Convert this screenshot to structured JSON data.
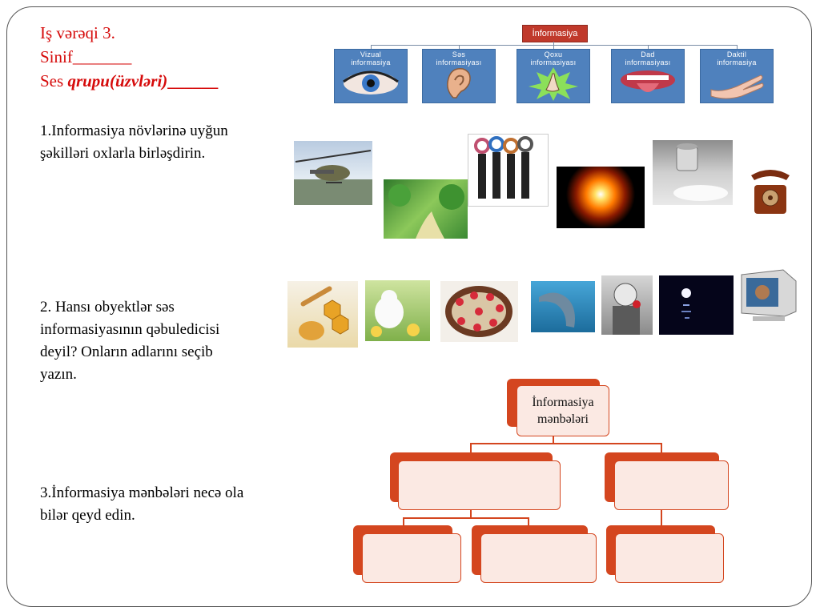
{
  "header": {
    "title_line1": "Iş vərəqi 3.",
    "title_line2": "Sinif_______",
    "title_line3_plain": "Ses ",
    "title_line3_bi": "qrupu(üzvləri)",
    "title_line3_ul": "______"
  },
  "tasks": {
    "task1_line1": "1.Informasiya növlərinə uyğun",
    "task1_line2": "şəkilləri oxlarla birləşdirin.",
    "task2_line1": "2. Hansı obyektlər səs",
    "task2_line2": "informasiyasının qəbuledicisi",
    "task2_line3": "deyil? Onların adlarını seçib",
    "task2_line4": "yazın.",
    "task3_line1": "3.İnformasiya mənbələri necə ola",
    "task3_line2": "bilər qeyd edin."
  },
  "info_diagram": {
    "root": "İnformasiya",
    "types": [
      {
        "line1": "Vizual",
        "line2": "informasiya",
        "icon": "eye-icon"
      },
      {
        "line1": "Səs",
        "line2": "informasiyası",
        "icon": "ear-icon"
      },
      {
        "line1": "Qoxu",
        "line2": "informasiyası",
        "icon": "nose-icon"
      },
      {
        "line1": "Dad",
        "line2": "informasiyası",
        "icon": "tongue-icon"
      },
      {
        "line1": "Daktil",
        "line2": "informasiya",
        "icon": "hand-icon"
      }
    ]
  },
  "images_row1": [
    "helicopter",
    "forest-path",
    "keys",
    "sun",
    "salt-shaker",
    "old-telephone"
  ],
  "images_row2": [
    "honey",
    "kitten-chicks",
    "cake",
    "dolphin",
    "child-with-rose",
    "moon-night",
    "computer-monitor"
  ],
  "sources_diagram": {
    "root_line1": "İnformasiya",
    "root_line2": "mənbələri"
  },
  "colors": {
    "title_red": "#d60b0b",
    "diagram_blue": "#4f81bd",
    "source_orange": "#d4461f",
    "source_fill": "#fbe9e3"
  }
}
